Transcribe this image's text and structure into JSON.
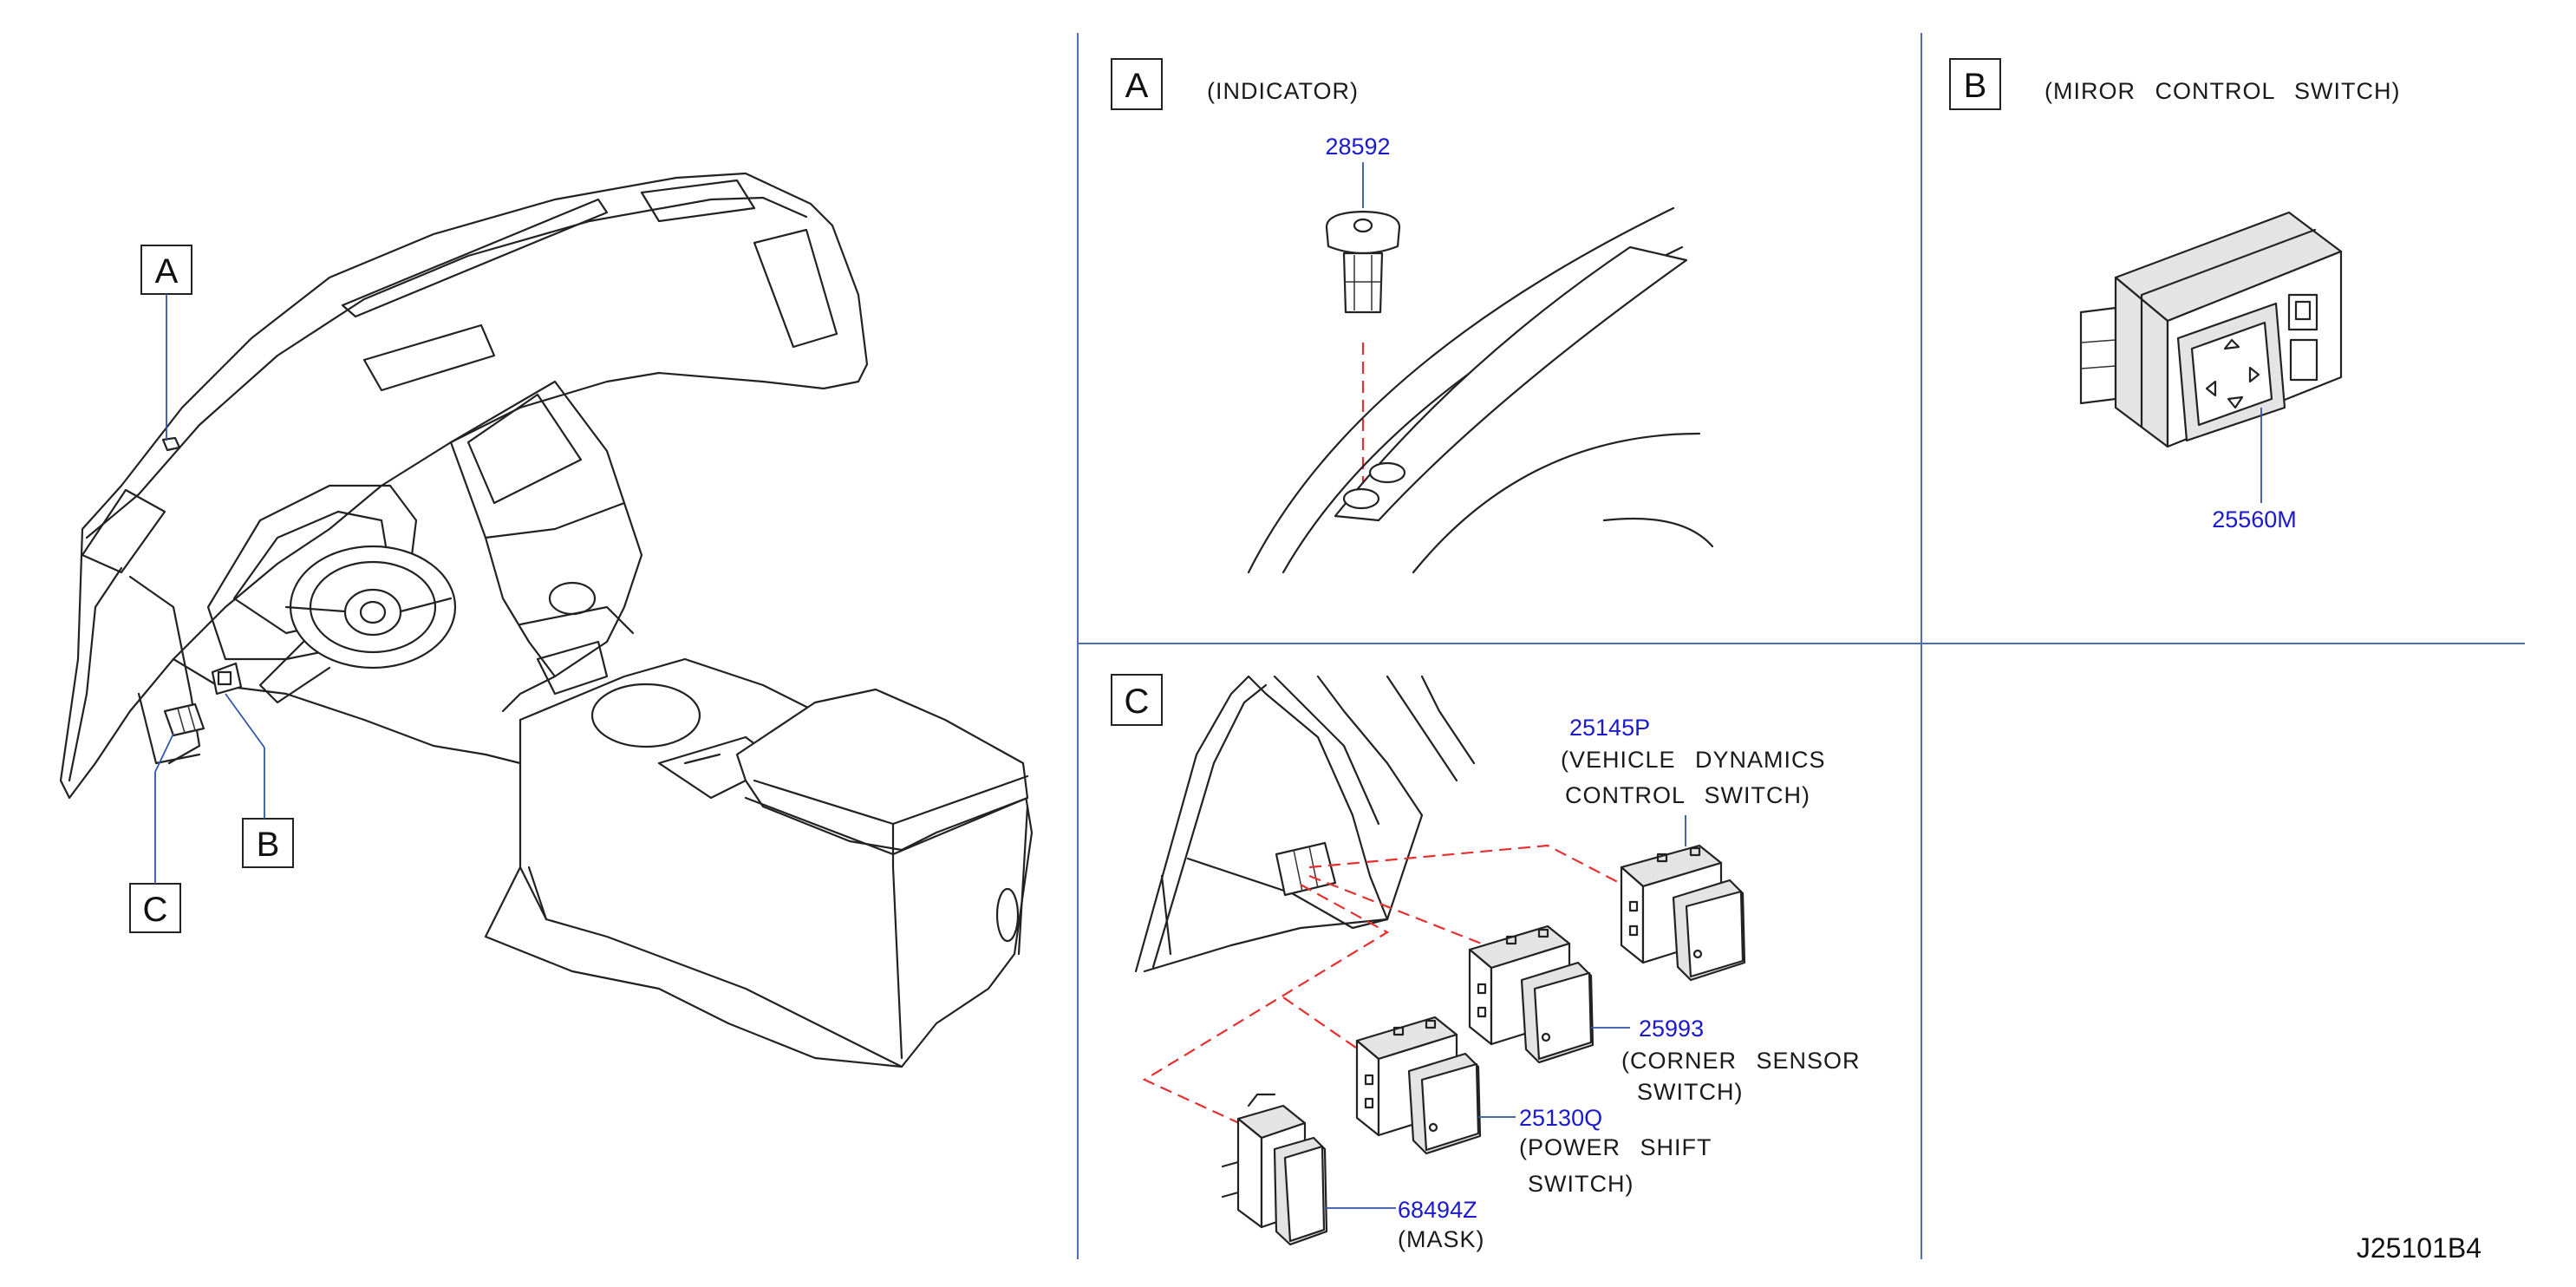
{
  "overview": {
    "callout_a": "A",
    "callout_b": "B",
    "callout_c": "C"
  },
  "panel_a": {
    "letter": "A",
    "title": "(INDICATOR)",
    "parts": [
      {
        "number": "28592"
      }
    ]
  },
  "panel_b": {
    "letter": "B",
    "title": "(MIROR   CONTROL   SWITCH)",
    "parts": [
      {
        "number": "25560M"
      }
    ]
  },
  "panel_c": {
    "letter": "C",
    "parts": [
      {
        "number": "25145P",
        "desc_line1": "(VEHICLE   DYNAMICS",
        "desc_line2": "CONTROL   SWITCH)"
      },
      {
        "number": "25993",
        "desc_line1": "(CORNER   SENSOR",
        "desc_line2": "SWITCH)"
      },
      {
        "number": "25130Q",
        "desc_line1": "(POWER   SHIFT",
        "desc_line2": "SWITCH)"
      },
      {
        "number": "68494Z",
        "desc_line1": "(MASK)"
      }
    ]
  },
  "diagram_code": "J25101B4",
  "colors": {
    "part_number": "#1a1acc",
    "dashed_guide": "#e53030",
    "panel_separator": "#4a6fb5"
  }
}
